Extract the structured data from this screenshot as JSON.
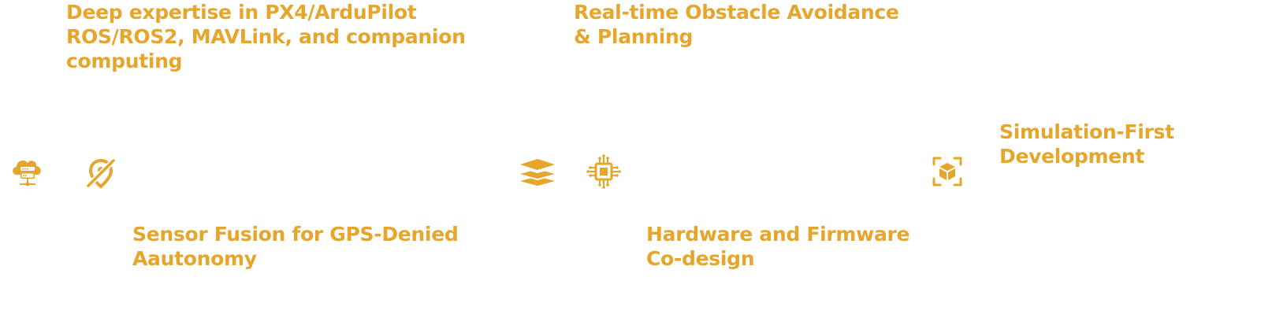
{
  "features": {
    "expertise": {
      "line1": "Deep expertise in PX4/ArduPilot",
      "line2": "ROS/ROS2, MAVLink, and companion",
      "line3": "computing"
    },
    "obstacle": {
      "line1": "Real-time Obstacle Avoidance",
      "line2": "& Planning"
    },
    "sensor": {
      "line1": "Sensor Fusion for GPS-Denied",
      "line2": "Aautonomy"
    },
    "hardware": {
      "line1": "Hardware and Firmware",
      "line2": "Co-design"
    },
    "simulation": {
      "line1": "Simulation-First",
      "line2": "Development"
    }
  },
  "icons": {
    "cloud_server": "cloud-server-icon",
    "no_location": "location-off-icon",
    "layers": "layers-icon",
    "chip": "chip-icon",
    "cube_scan": "cube-scan-icon"
  },
  "colors": {
    "accent": "#e6a52b"
  }
}
